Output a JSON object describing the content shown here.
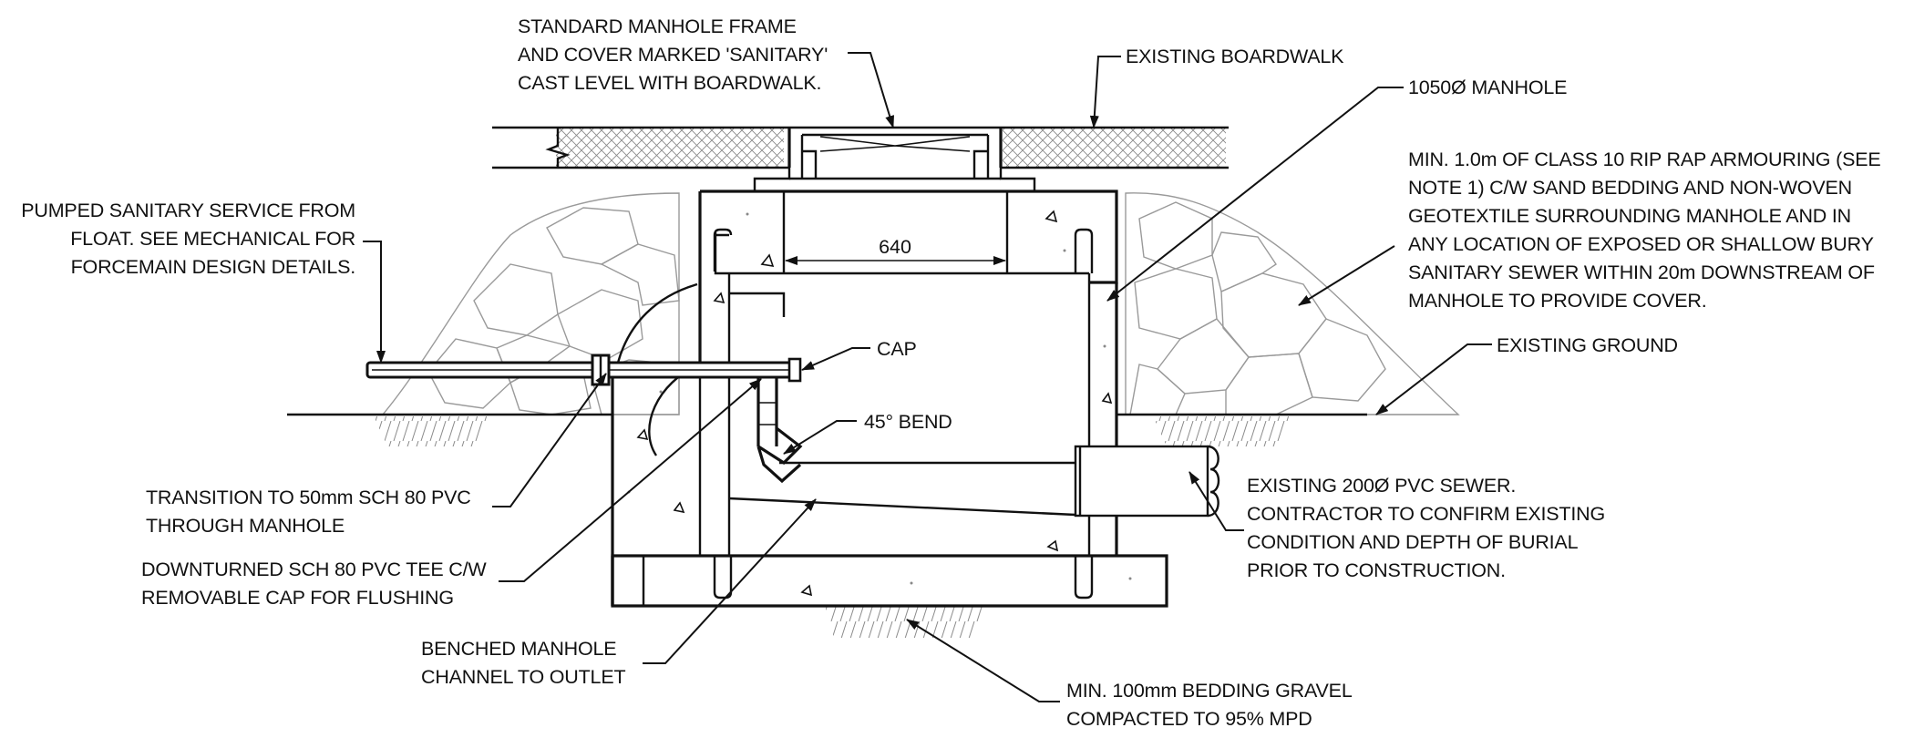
{
  "drawing": {
    "dimension": "640",
    "notes": {
      "frame": [
        "STANDARD MANHOLE FRAME",
        "AND COVER MARKED 'SANITARY'",
        "CAST LEVEL WITH BOARDWALK."
      ],
      "boardwalk": [
        "EXISTING BOARDWALK"
      ],
      "manhole": [
        "1050Ø MANHOLE"
      ],
      "riprap": [
        "MIN. 1.0m OF CLASS 10 RIP RAP ARMOURING (SEE",
        "NOTE 1) C/W SAND BEDDING AND NON-WOVEN",
        "GEOTEXTILE SURROUNDING MANHOLE AND IN",
        "ANY LOCATION OF EXPOSED OR SHALLOW BURY",
        "SANITARY SEWER WITHIN 20m DOWNSTREAM OF",
        "MANHOLE TO PROVIDE COVER."
      ],
      "pumped": [
        "PUMPED SANITARY SERVICE FROM",
        "FLOAT. SEE MECHANICAL FOR",
        "FORCEMAIN DESIGN DETAILS."
      ],
      "cap": [
        "CAP"
      ],
      "bend": [
        "45° BEND"
      ],
      "ground": [
        "EXISTING GROUND"
      ],
      "transition": [
        "TRANSITION TO  50mm SCH 80 PVC",
        "THROUGH MANHOLE"
      ],
      "downturned": [
        "DOWNTURNED SCH 80 PVC TEE C/W",
        "REMOVABLE CAP FOR FLUSHING"
      ],
      "sewer": [
        "EXISTING 200Ø PVC SEWER.",
        "CONTRACTOR TO CONFIRM EXISTING",
        "CONDITION AND DEPTH OF BURIAL",
        "PRIOR TO CONSTRUCTION."
      ],
      "benched": [
        "BENCHED MANHOLE",
        "CHANNEL TO OUTLET"
      ],
      "bedding": [
        "MIN. 100mm BEDDING GRAVEL",
        "COMPACTED TO 95% MPD"
      ]
    }
  }
}
